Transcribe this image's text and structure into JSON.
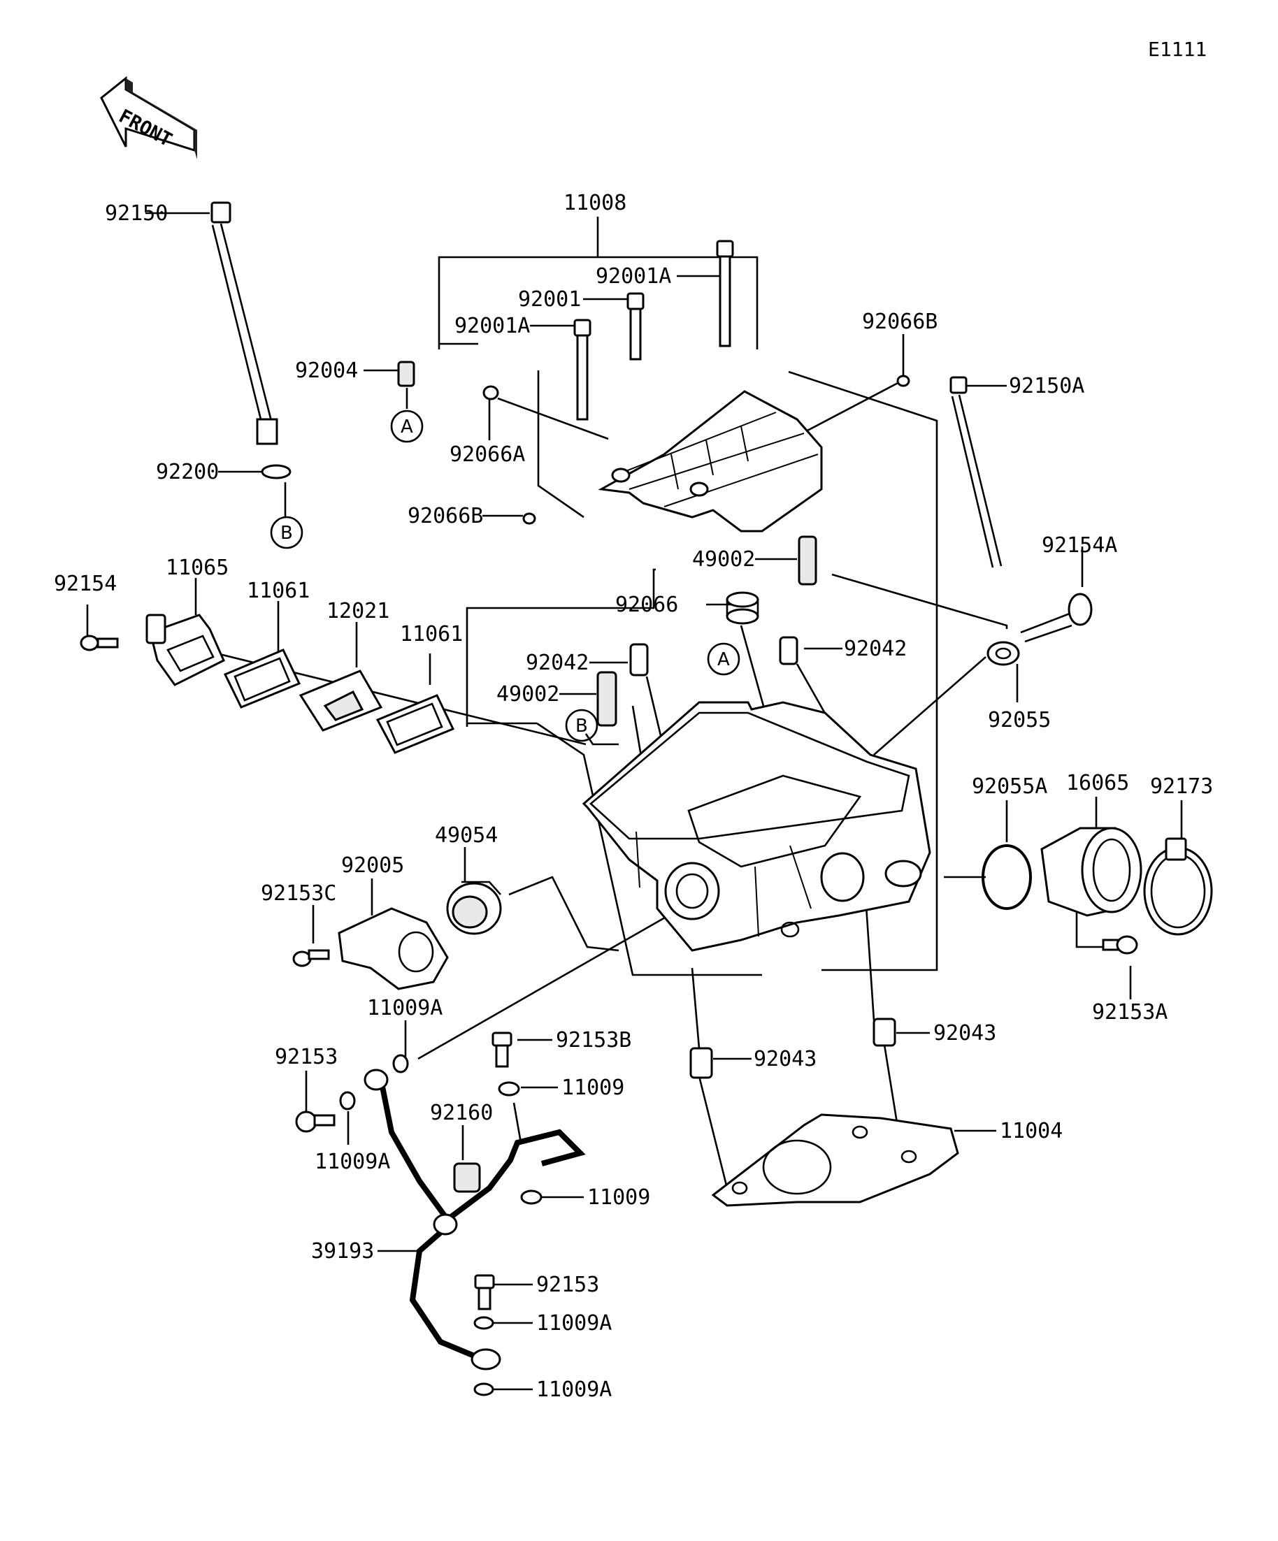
{
  "diagram_code": "E1111",
  "front_label": "FRONT",
  "circle_markers": {
    "a": "A",
    "b": "B"
  },
  "labels": {
    "p11008": "11008",
    "p92001A_top": "92001A",
    "p92001": "92001",
    "p92001A_left": "92001A",
    "p92066B_top": "92066B",
    "p92150": "92150",
    "p92004": "92004",
    "p92150A": "92150A",
    "p92066A": "92066A",
    "p92200": "92200",
    "p92066B_left": "92066B",
    "p49002_top": "49002",
    "p92154A": "92154A",
    "p92154": "92154",
    "p11065": "11065",
    "p11061_left": "11061",
    "p12021": "12021",
    "p11061_right": "11061",
    "p92066": "92066",
    "p92042_left": "92042",
    "p92042_right": "92042",
    "p49002_left": "49002",
    "p92055": "92055",
    "p92055A": "92055A",
    "p16065": "16065",
    "p92173": "92173",
    "p49054": "49054",
    "p92005": "92005",
    "p92153C": "92153C",
    "p92153A": "92153A",
    "p11009A_top": "11009A",
    "p92153B": "92153B",
    "p92043_right": "92043",
    "p92153_left": "92153",
    "p92043_left": "92043",
    "p11009_top": "11009",
    "p92160": "92160",
    "p11004": "11004",
    "p11009A_left": "11009A",
    "p11009_bottom": "11009",
    "p39193": "39193",
    "p92153_bottom": "92153",
    "p11009A_mid": "11009A",
    "p11009A_bottom": "11009A"
  }
}
